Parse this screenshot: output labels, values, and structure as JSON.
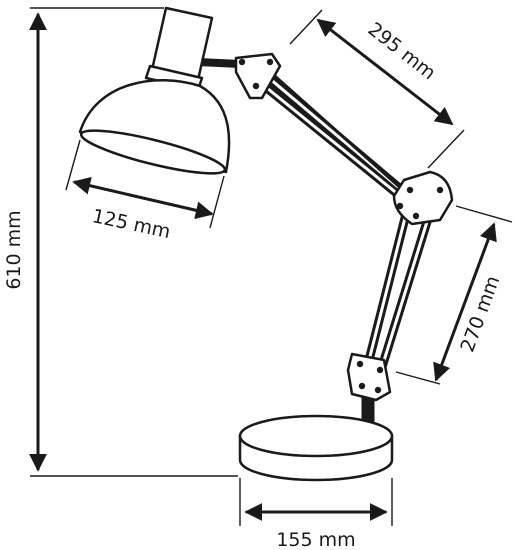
{
  "dimensions": {
    "total_height": "610 mm",
    "shade_width": "125 mm",
    "upper_arm_length": "295 mm",
    "lower_arm_length": "270 mm",
    "base_diameter": "155 mm"
  },
  "colors": {
    "line": "#1a1a1a",
    "fill": "#ffffff"
  }
}
